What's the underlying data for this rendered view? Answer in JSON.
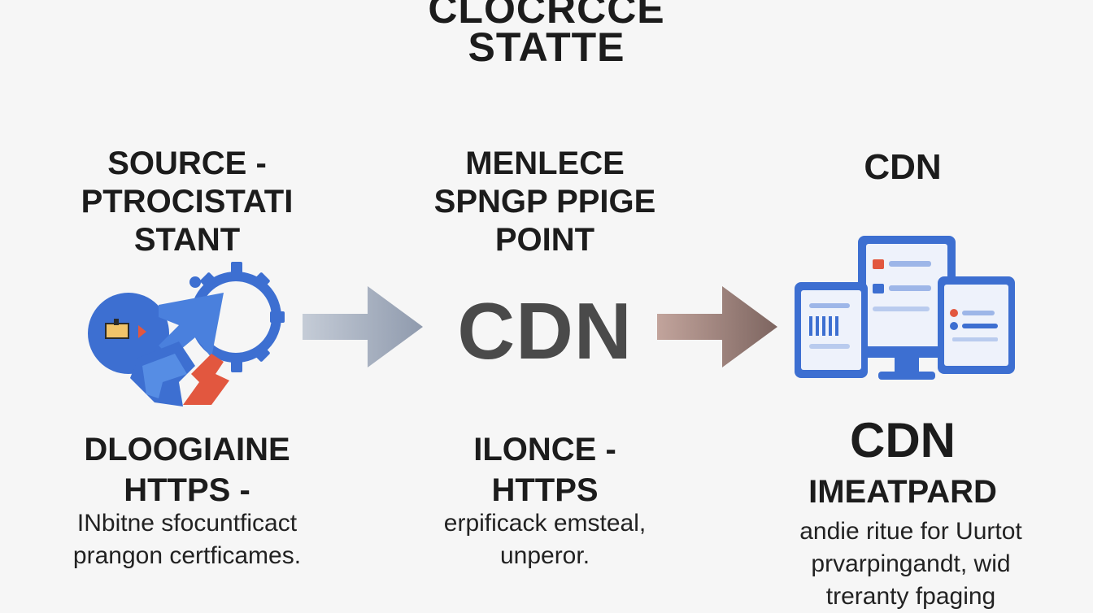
{
  "title": {
    "line1": "CLOCRCCE",
    "line2": "STATTE"
  },
  "source": {
    "heading": [
      "SOURCE -",
      "PTROCISTATI",
      "STANT"
    ],
    "bottom_heading": [
      "DLOOGIAINE",
      "HTTPS -"
    ],
    "description": [
      "INbitne sfocuntficact",
      "prangon certficames."
    ],
    "icon": "source-gear-flow-icon"
  },
  "middle": {
    "heading": [
      "MENLECE",
      "SPNGP  PPIGE",
      "POINT"
    ],
    "center_label": "CDN",
    "bottom_heading": [
      "ILONCE -",
      "HTTPS"
    ],
    "description": [
      "erpificack emsteal,",
      "unperor."
    ]
  },
  "cdn": {
    "heading": "CDN",
    "bottom_label": "CDN",
    "bottom_heading": "IMEATPARD",
    "description": [
      "andie ritue for Uurtot",
      "prvarpingandt, wid",
      "treranty fpaging"
    ],
    "icon": "multi-device-icon"
  },
  "arrows": [
    "arrow-right-icon",
    "arrow-right-icon"
  ],
  "colors": {
    "blue": "#3d6fd1",
    "red": "#e2573f",
    "arrow_left": "#a9b4c6",
    "arrow_right": "#8c6e68"
  }
}
